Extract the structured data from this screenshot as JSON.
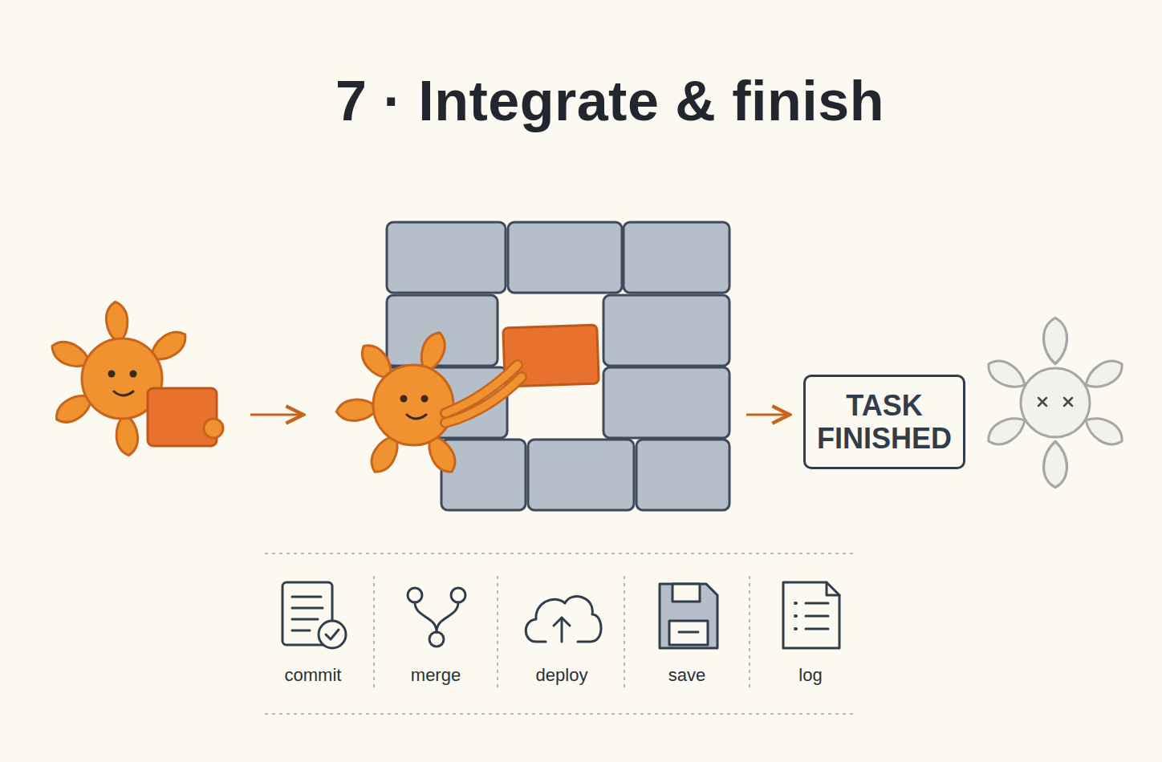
{
  "diagram": {
    "title": "7 · Integrate & finish",
    "nodes": [
      {
        "text": [
          "TASK FINISHED"
        ]
      }
    ],
    "labels": [
      "commit",
      "merge",
      "deploy",
      "save",
      "log"
    ]
  }
}
